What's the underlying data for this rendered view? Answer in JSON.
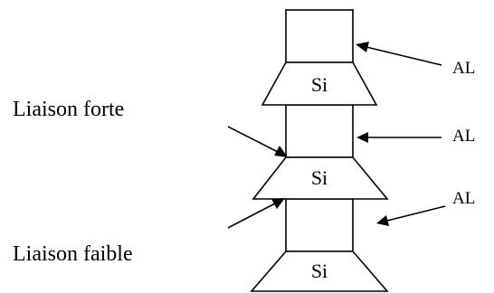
{
  "layers": {
    "si_label": "Si",
    "al_label": "AL"
  },
  "labels": {
    "strong_bond": "Liaison forte",
    "weak_bond": "Liaison faible"
  },
  "colors": {
    "stroke": "#000000",
    "background": "#ffffff"
  }
}
